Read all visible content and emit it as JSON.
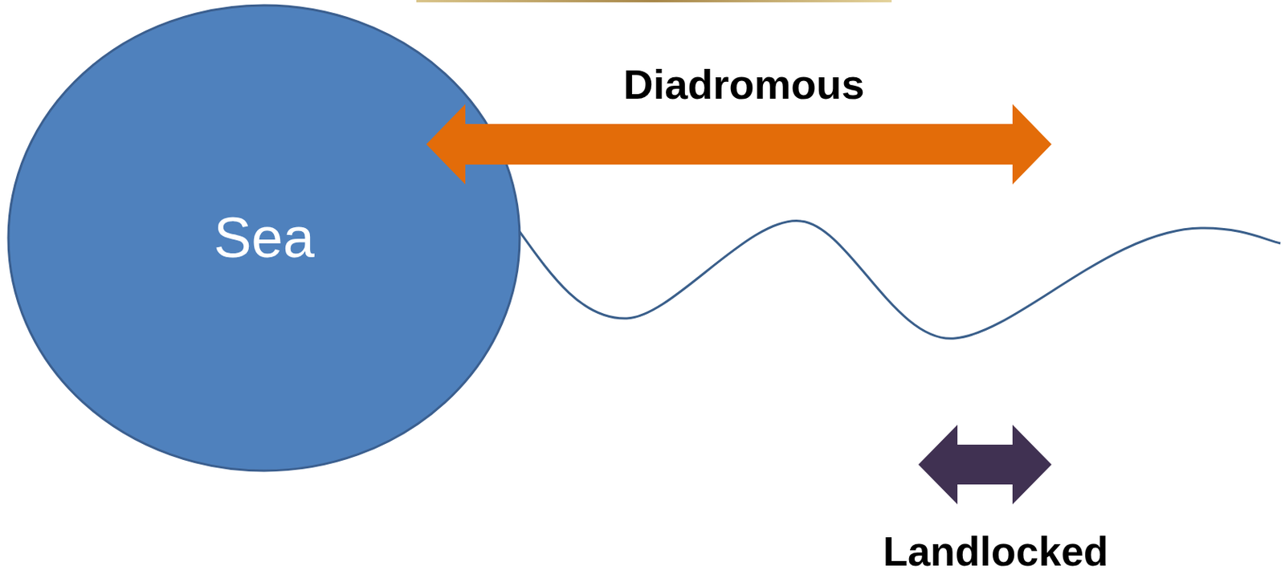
{
  "diagram": {
    "nodes": [
      {
        "text": [
          "Sea"
        ]
      }
    ],
    "labels": [
      "Diadromous",
      "Landlocked"
    ]
  }
}
